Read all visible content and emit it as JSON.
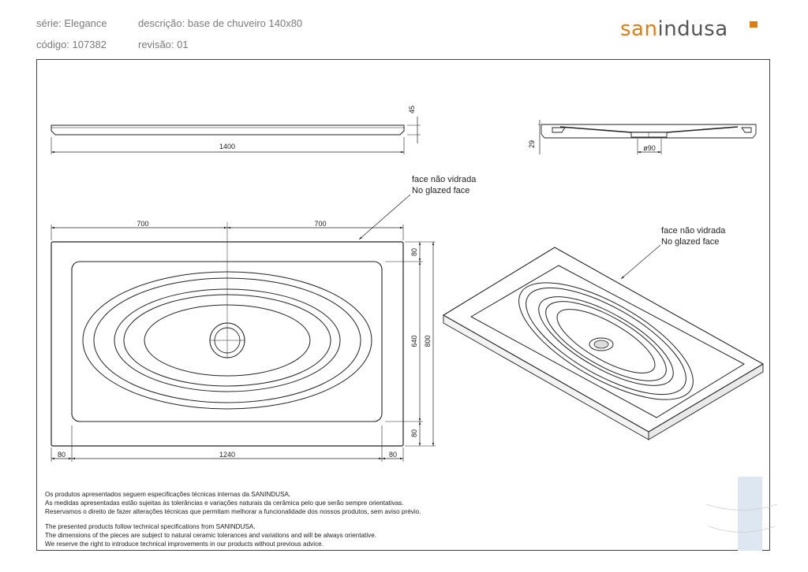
{
  "header": {
    "serie_label": "série:",
    "serie_value": "Elegance",
    "descricao_label": "descrição:",
    "descricao_value": "base de chuveiro 140x80",
    "codigo_label": "código:",
    "codigo_value": "107382",
    "revisao_label": "revisão:",
    "revisao_value": "01"
  },
  "brand": {
    "part1": "san",
    "part2": "indusa",
    "accent_color": "#e07d10",
    "text_color": "#555555"
  },
  "dimensions": {
    "height": "45",
    "length": "1400",
    "half_left": "700",
    "half_right": "700",
    "top_margin": "80",
    "inner_height": "640",
    "total_height": "800",
    "bottom_margin": "80",
    "left_margin": "80",
    "inner_length": "1240",
    "right_margin": "80",
    "section_height": "29",
    "drain_diameter": "ø90"
  },
  "callouts": {
    "plan": [
      "face não vidrada",
      "No glazed face"
    ],
    "iso": [
      "face não vidrada",
      "No glazed face"
    ]
  },
  "notes": {
    "pt": [
      "Os produtos apresentados seguem especificações técnicas internas da SANINDUSA.",
      "As medidas apresentadas estão sujeitas às tolerâncias e variações naturais da cerâmica pelo que serão sempre orientativas.",
      "Reservamos o direito de fazer alterações técnicas que permitam melhorar a funcionalidade dos nossos produtos, sem aviso prévio."
    ],
    "en": [
      "The presented products follow technical specifications from SANINDUSA.",
      "The dimensions of the pieces are subject to natural ceramic tolerances and variations and will be always orientative.",
      "We reserve the right to introduce technical improvements in our products without previous advice."
    ]
  }
}
